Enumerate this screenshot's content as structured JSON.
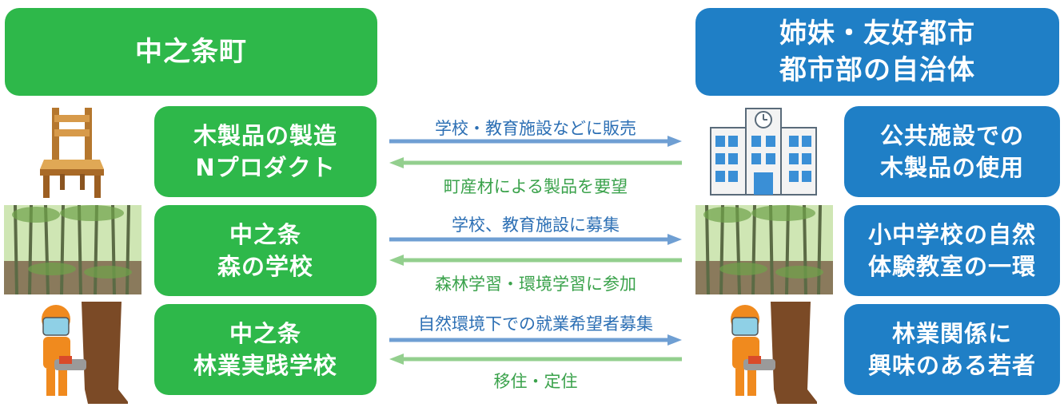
{
  "left_header": "中之条町",
  "right_header": [
    "姉妹・友好都市",
    "都市部の自治体"
  ],
  "rows": [
    {
      "left": [
        "木製品の製造",
        "Nプロダクト"
      ],
      "forward": "学校・教育施設などに販売",
      "back": "町産材による製品を要望",
      "right": [
        "公共施設での",
        "木製品の使用"
      ],
      "left_icon": "wooden-chair-icon",
      "right_icon": "school-building-icon"
    },
    {
      "left": [
        "中之条",
        "森の学校"
      ],
      "forward": "学校、教育施設に募集",
      "back": "森林学習・環境学習に参加",
      "right": [
        "小中学校の自然",
        "体験教室の一環"
      ],
      "left_icon": "forest-photo",
      "right_icon": "forest-photo"
    },
    {
      "left": [
        "中之条",
        "林業実践学校"
      ],
      "forward": "自然環境下での就業希望者募集",
      "back": "移住・定住",
      "right": [
        "林業関係に",
        "興味のある若者"
      ],
      "left_icon": "lumberjack-chainsaw-icon",
      "right_icon": "lumberjack-chainsaw-icon"
    }
  ],
  "colors": {
    "green": "#2eb84a",
    "blue": "#1f7fc6",
    "arrow_blue": "#6f9fd3",
    "arrow_green": "#93cf8e"
  }
}
